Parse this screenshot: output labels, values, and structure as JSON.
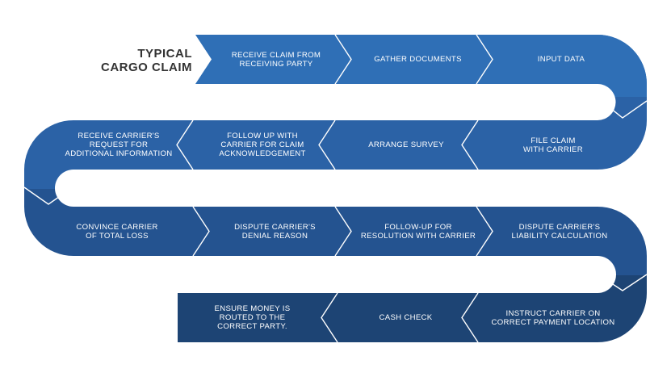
{
  "title": {
    "line1": "TYPICAL",
    "line2": "CARGO CLAIM"
  },
  "colors": {
    "row1": "#2f6fb6",
    "row2": "#2b62a6",
    "row3": "#245390",
    "row4": "#1d4474",
    "divider": "#ffffff"
  },
  "steps": [
    {
      "line1": "RECEIVE CLAIM FROM",
      "line2": "RECEIVING PARTY",
      "line3": ""
    },
    {
      "line1": "GATHER DOCUMENTS",
      "line2": "",
      "line3": ""
    },
    {
      "line1": "INPUT DATA",
      "line2": "",
      "line3": ""
    },
    {
      "line1": "FILE CLAIM",
      "line2": "WITH CARRIER",
      "line3": ""
    },
    {
      "line1": "ARRANGE SURVEY",
      "line2": "",
      "line3": ""
    },
    {
      "line1": "FOLLOW UP WITH",
      "line2": "CARRIER FOR CLAIM",
      "line3": "ACKNOWLEDGEMENT"
    },
    {
      "line1": "RECEIVE CARRIER'S",
      "line2": "REQUEST FOR",
      "line3": "ADDITIONAL INFORMATION"
    },
    {
      "line1": "CONVINCE CARRIER",
      "line2": "OF TOTAL LOSS",
      "line3": ""
    },
    {
      "line1": "DISPUTE CARRIER'S",
      "line2": "DENIAL REASON",
      "line3": ""
    },
    {
      "line1": "FOLLOW-UP FOR",
      "line2": "RESOLUTION WITH CARRIER",
      "line3": ""
    },
    {
      "line1": "DISPUTE CARRIER'S",
      "line2": "LIABILITY CALCULATION",
      "line3": ""
    },
    {
      "line1": "INSTRUCT CARRIER ON",
      "line2": "CORRECT PAYMENT LOCATION",
      "line3": ""
    },
    {
      "line1": "CASH CHECK",
      "line2": "",
      "line3": ""
    },
    {
      "line1": "ENSURE MONEY IS",
      "line2": "ROUTED TO THE",
      "line3": "CORRECT PARTY."
    }
  ]
}
